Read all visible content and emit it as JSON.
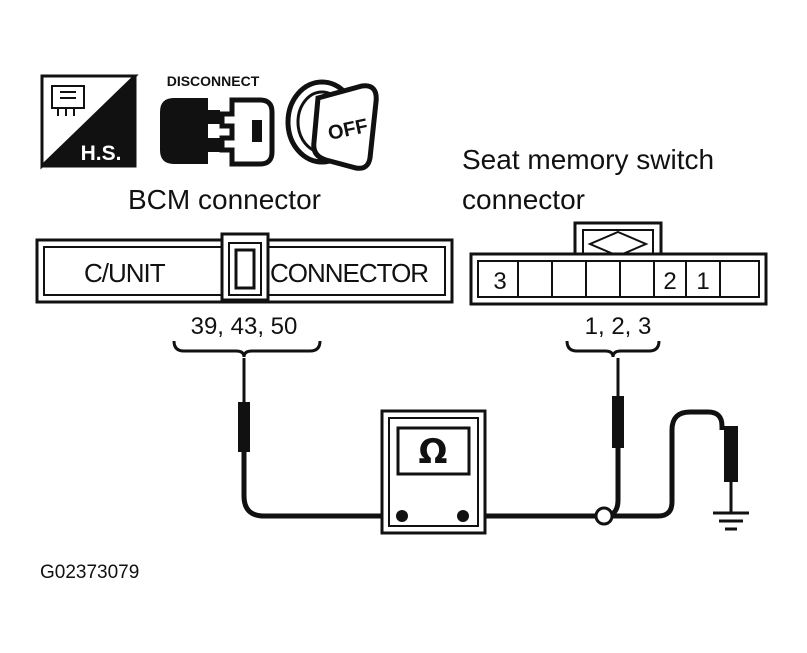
{
  "icons": {
    "harness_label": "H.S.",
    "disconnect_label": "DISCONNECT",
    "ignition_label": "OFF"
  },
  "bcm": {
    "title": "BCM connector",
    "left_tab": "C/UNIT",
    "right_tab": "CONNECTOR",
    "pins": "39, 43, 50"
  },
  "seat_switch": {
    "title_line1": "Seat memory switch",
    "title_line2": "connector",
    "cell_labels": [
      "3",
      "2",
      "1"
    ],
    "pins": "1, 2, 3"
  },
  "meter": {
    "symbol": "Ω"
  },
  "figure_code": "G02373079"
}
